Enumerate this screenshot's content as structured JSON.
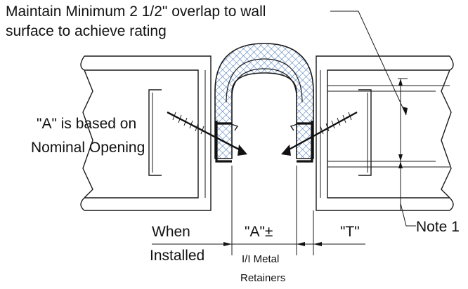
{
  "labels": {
    "top_note_line1": "Maintain Minimum 2 1/2\" overlap to wall",
    "top_note_line2": "surface to achieve rating",
    "a_basis_line1": "\"A\" is based on",
    "a_basis_line2": "Nominal Opening",
    "when_line1": "When",
    "when_line2": "Installed",
    "a_dim": "\"A\"±",
    "t_dim": "\"T\"",
    "retainer_line1": "I/I Metal",
    "retainer_line2": "Retainers",
    "note1": "Note 1"
  },
  "colors": {
    "line": "#1a1a1a",
    "seal_fill": "#ffffff",
    "crosshatch": "#3a6db5"
  }
}
